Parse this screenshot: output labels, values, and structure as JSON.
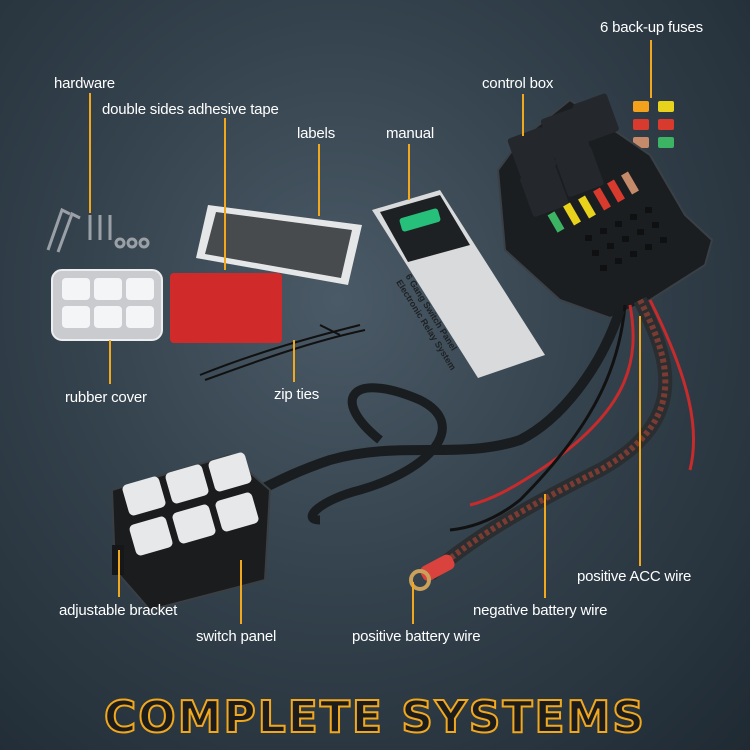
{
  "labels": {
    "fuses": "6 back-up fuses",
    "hardware": "hardware",
    "tape": "double sides adhesive tape",
    "labels": "labels",
    "manual": "manual",
    "control_box": "control box",
    "rubber_cover": "rubber cover",
    "zip_ties": "zip ties",
    "positive_acc": "positive ACC wire",
    "adjustable_bracket": "adjustable bracket",
    "negative_battery": "negative battery wire",
    "switch_panel": "switch panel",
    "positive_battery": "positive battery wire"
  },
  "manual_cover": {
    "line1": "6 Gang Switch Panel",
    "line2": "Electronic Relay System"
  },
  "title": "COMPLETE SYSTEMS",
  "colors": {
    "accent": "#f2a81d",
    "background": "#34424d",
    "fuse_red": "#d83a2e",
    "fuse_yellow": "#e8d21c",
    "fuse_green": "#3cb464",
    "fuse_brown": "#c48a6a"
  }
}
